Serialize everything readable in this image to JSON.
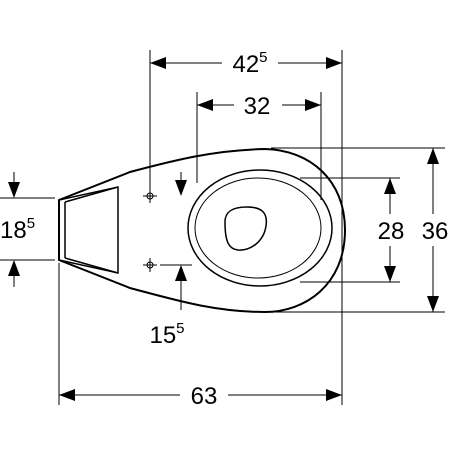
{
  "dimensions": {
    "width_total": {
      "main": "42",
      "sup": "5"
    },
    "bowl_width": {
      "main": "32",
      "sup": ""
    },
    "outlet_height": {
      "main": "18",
      "sup": "5"
    },
    "hole_spacing": {
      "main": "15",
      "sup": "5"
    },
    "inner_depth": {
      "main": "28",
      "sup": ""
    },
    "outer_depth": {
      "main": "36",
      "sup": ""
    },
    "overall_length": {
      "main": "63",
      "sup": ""
    }
  }
}
